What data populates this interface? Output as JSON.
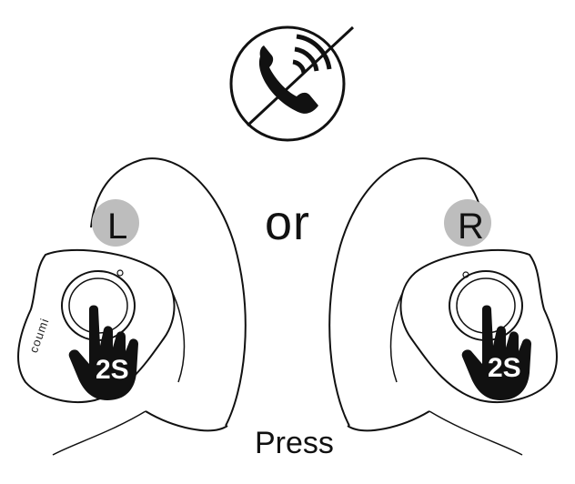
{
  "labels": {
    "or": "or",
    "press": "Press",
    "left_side": "L",
    "right_side": "R",
    "left_duration": "2S",
    "right_duration": "2S",
    "brand": "coumi"
  },
  "icons": {
    "top": "no-call-icon",
    "gesture": "tap-hand-icon"
  },
  "colors": {
    "line": "#111111",
    "side_badge": "#bdbdbd",
    "hand": "#111111",
    "background": "#ffffff"
  }
}
